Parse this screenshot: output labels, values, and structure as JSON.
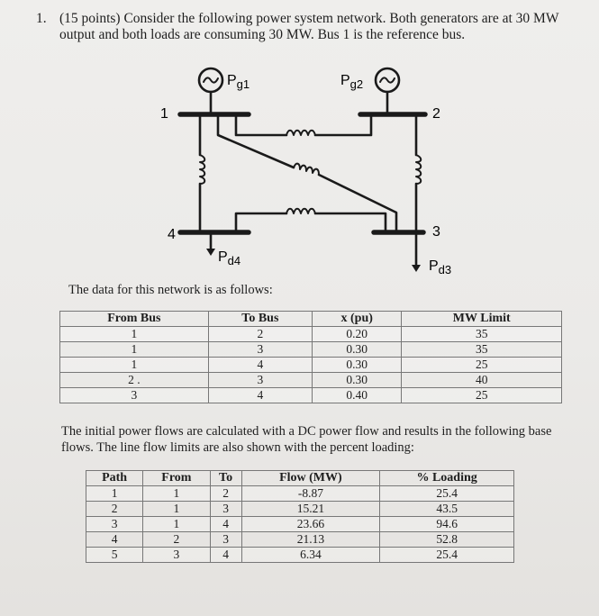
{
  "question": {
    "number": "1.",
    "text": "(15 points) Consider the following power system network. Both generators are at 30 MW output and both loads are consuming 30 MW. Bus 1 is the reference bus."
  },
  "diagram": {
    "gen1_label": "P",
    "gen1_sub": "g1",
    "gen2_label": "P",
    "gen2_sub": "g2",
    "load4_label": "P",
    "load4_sub": "d4",
    "load3_label": "P",
    "load3_sub": "d3",
    "bus1": "1",
    "bus2": "2",
    "bus3": "3",
    "bus4": "4"
  },
  "intro_text": "The data for this network is as follows:",
  "line_data": {
    "headers": [
      "From Bus",
      "To Bus",
      "x (pu)",
      "MW Limit"
    ],
    "rows": [
      [
        "1",
        "2",
        "0.20",
        "35"
      ],
      [
        "1",
        "3",
        "0.30",
        "35"
      ],
      [
        "1",
        "4",
        "0.30",
        "25"
      ],
      [
        "2 .",
        "3",
        "0.30",
        "40"
      ],
      [
        "3",
        "4",
        "0.40",
        "25"
      ]
    ]
  },
  "flows_text": "The initial power flows are calculated with a DC power flow and results in the following base flows. The line flow limits are also shown with the percent loading:",
  "flow_table": {
    "headers": [
      "Path",
      "From",
      "To",
      "Flow (MW)",
      "% Loading"
    ],
    "rows": [
      [
        "1",
        "1",
        "2",
        "-8.87",
        "25.4"
      ],
      [
        "2",
        "1",
        "3",
        "15.21",
        "43.5"
      ],
      [
        "3",
        "1",
        "4",
        "23.66",
        "94.6"
      ],
      [
        "4",
        "2",
        "3",
        "21.13",
        "52.8"
      ],
      [
        "5",
        "3",
        "4",
        "6.34",
        "25.4"
      ]
    ]
  }
}
